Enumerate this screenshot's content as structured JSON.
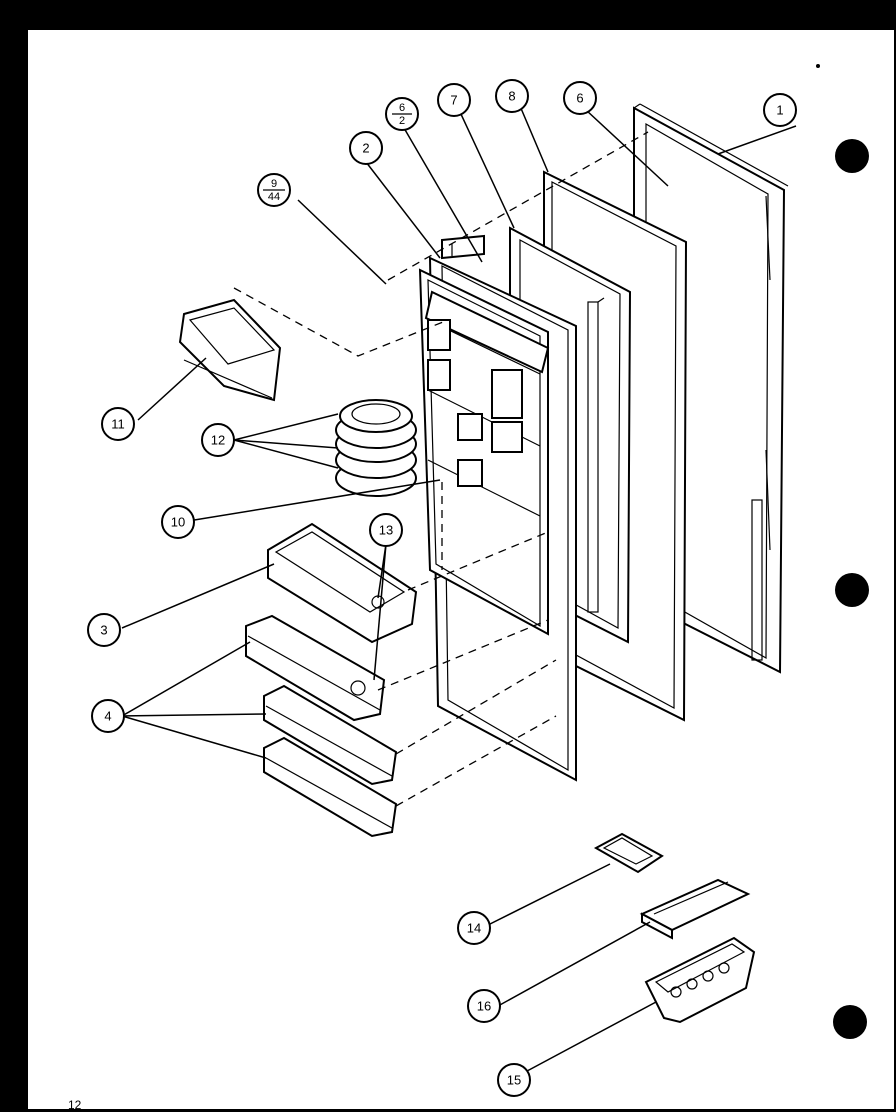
{
  "diagram": {
    "callouts": [
      {
        "id": "1",
        "label": "1"
      },
      {
        "id": "2",
        "label": "2"
      },
      {
        "id": "3",
        "label": "3"
      },
      {
        "id": "4",
        "label": "4"
      },
      {
        "id": "6",
        "label": "6"
      },
      {
        "id": "7",
        "label": "7"
      },
      {
        "id": "8",
        "label": "8"
      },
      {
        "id": "10",
        "label": "10"
      },
      {
        "id": "11",
        "label": "11"
      },
      {
        "id": "12",
        "label": "12"
      },
      {
        "id": "13",
        "label": "13"
      },
      {
        "id": "14",
        "label": "14"
      },
      {
        "id": "15",
        "label": "15"
      },
      {
        "id": "16",
        "label": "16"
      }
    ],
    "fraction_callouts": [
      {
        "id": "6-2",
        "numerator": "6",
        "denominator": "2"
      },
      {
        "id": "9-44",
        "numerator": "9",
        "denominator": "44"
      }
    ]
  },
  "page_number": "12"
}
